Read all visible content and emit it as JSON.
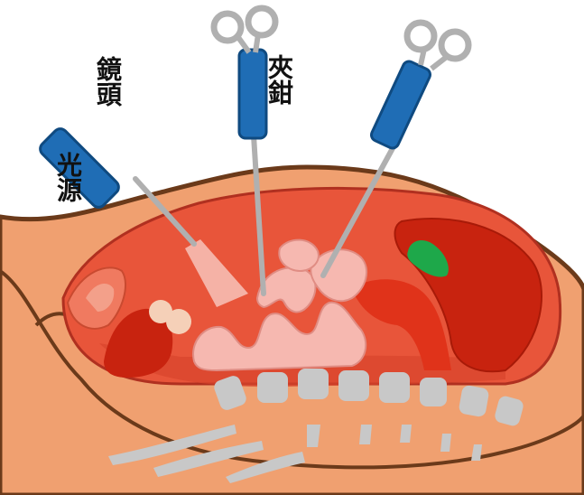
{
  "labels": {
    "light_source": "光源",
    "endoscope": "鏡頭",
    "forceps": "夾鉗"
  },
  "colors": {
    "skin": "#f0a070",
    "skin_outline": "#6b3a1a",
    "cavity": "#e8553a",
    "intestine": "#f6b8b0",
    "liver": "#c8230f",
    "gallbladder": "#1ea84a",
    "spine": "#c8c8c8",
    "instrument_handle": "#1f6db5",
    "instrument_rod": "#b0b0b0"
  }
}
